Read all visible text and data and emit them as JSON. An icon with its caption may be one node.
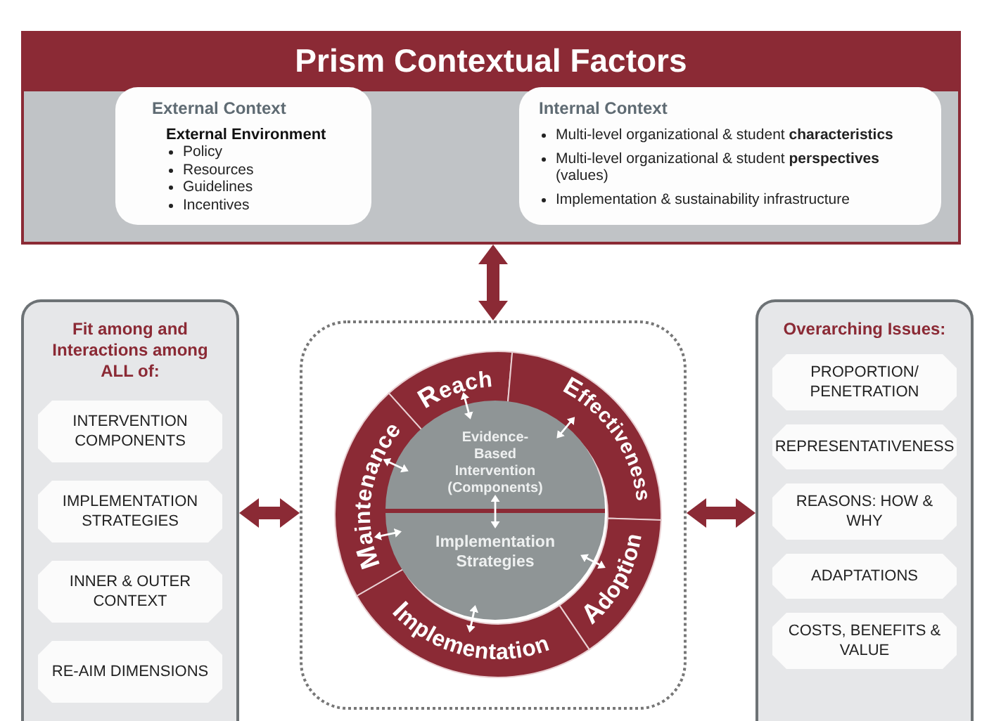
{
  "diagram": {
    "nodes": [
      {
        "text": [
          "Prism Contextual Factors"
        ]
      },
      {
        "text": [
          "External Context",
          "External Environment",
          "Policy",
          "Resources",
          "Guidelines",
          "Incentives"
        ],
        "in": 0
      },
      {
        "text": [
          "Internal Context",
          "Multi-level organizational & student **characteristics**",
          "Multi-level organizational & student **perspectives** (values)",
          "Implementation & sustainability infrastructure"
        ],
        "in": 0
      },
      {
        "text": [
          "Fit among and Interactions among ALL of:"
        ]
      },
      {
        "text": [
          "INTERVENTION COMPONENTS"
        ],
        "in": 3
      },
      {
        "text": [
          "IMPLEMENTATION STRATEGIES"
        ],
        "in": 3
      },
      {
        "text": [
          "INNER & OUTER CONTEXT"
        ],
        "in": 3
      },
      {
        "text": [
          "RE-AIM DIMENSIONS"
        ],
        "in": 3
      },
      {
        "text": [],
        "shape": "box"
      },
      {
        "text": [
          "Reach"
        ],
        "in": 8
      },
      {
        "text": [
          "Effectiveness"
        ],
        "in": 8
      },
      {
        "text": [
          "Adoption"
        ],
        "in": 8
      },
      {
        "text": [
          "Implementation"
        ],
        "in": 8
      },
      {
        "text": [
          "Maintenance"
        ],
        "in": 8
      },
      {
        "text": [
          "Evidence-Based Intervention (Components)"
        ],
        "in": 8
      },
      {
        "text": [
          "Implementation Strategies"
        ],
        "in": 8
      },
      {
        "text": [
          "Overarching Issues:"
        ]
      },
      {
        "text": [
          "PROPORTION/ PENETRATION"
        ],
        "in": 16
      },
      {
        "text": [
          "REPRESENTATIVENESS"
        ],
        "in": 16
      },
      {
        "text": [
          "REASONS: HOW & WHY"
        ],
        "in": 16
      },
      {
        "text": [
          "ADAPTATIONS"
        ],
        "in": 16
      },
      {
        "text": [
          "COSTS, BENEFITS & VALUE"
        ],
        "in": 16
      }
    ],
    "edges": [
      {
        "from": 0,
        "to": 8,
        "arrow": "both",
        "style": "thick",
        "color": "#8b2a35"
      },
      {
        "from": 3,
        "to": 8,
        "arrow": "both",
        "style": "thick",
        "color": "#8b2a35"
      },
      {
        "from": 8,
        "to": 16,
        "arrow": "both",
        "style": "thick",
        "color": "#8b2a35"
      },
      {
        "from": 9,
        "to": 14,
        "arrow": "both"
      },
      {
        "from": 10,
        "to": 14,
        "arrow": "both"
      },
      {
        "from": 13,
        "to": 14,
        "arrow": "both"
      },
      {
        "from": 14,
        "to": 15,
        "arrow": "both"
      },
      {
        "from": 13,
        "to": 15,
        "arrow": "both"
      },
      {
        "from": 11,
        "to": 15,
        "arrow": "both"
      },
      {
        "from": 12,
        "to": 15,
        "arrow": "both"
      }
    ]
  }
}
